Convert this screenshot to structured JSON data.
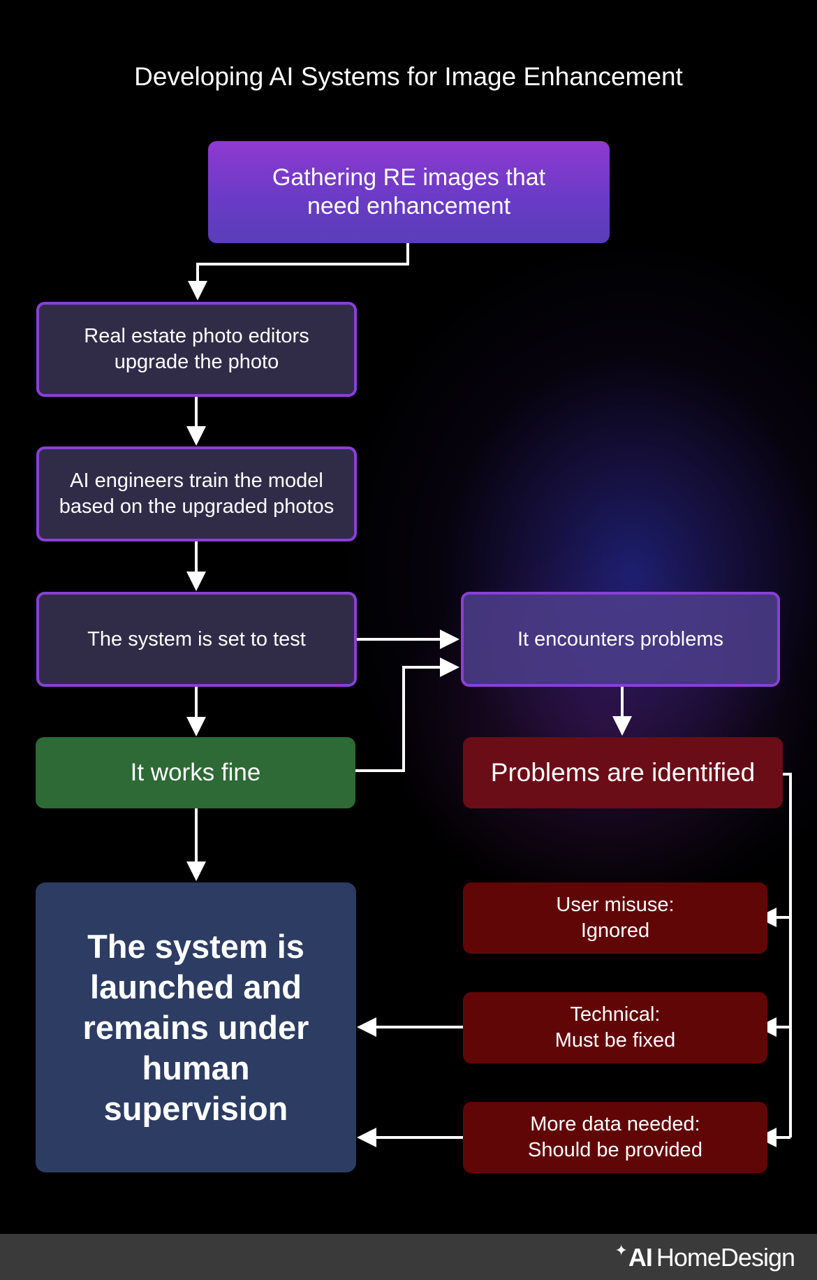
{
  "title": "Developing AI Systems for Image Enhancement",
  "nodes": {
    "gather": "Gathering RE images that need enhancement",
    "editors": "Real estate photo editors upgrade the photo",
    "engineers": "AI engineers train the model based on the upgraded photos",
    "test": "The system is set to test",
    "problems": "It encounters problems",
    "works": "It works fine",
    "identified": "Problems are identified",
    "launched": "The system is launched and remains under human supervision",
    "misuse": {
      "line1": "User misuse:",
      "line2": "Ignored"
    },
    "technical": {
      "line1": "Technical:",
      "line2": "Must be fixed"
    },
    "moredata": {
      "line1": "More data needed:",
      "line2": "Should be provided"
    }
  },
  "edges": [
    {
      "from": "gather",
      "to": "editors"
    },
    {
      "from": "editors",
      "to": "engineers"
    },
    {
      "from": "engineers",
      "to": "test"
    },
    {
      "from": "test",
      "to": "problems"
    },
    {
      "from": "test",
      "to": "works"
    },
    {
      "from": "works",
      "to": "problems"
    },
    {
      "from": "problems",
      "to": "identified"
    },
    {
      "from": "works",
      "to": "launched"
    },
    {
      "from": "identified",
      "to": "misuse"
    },
    {
      "from": "identified",
      "to": "technical"
    },
    {
      "from": "identified",
      "to": "moredata"
    },
    {
      "from": "technical",
      "to": "launched"
    },
    {
      "from": "moredata",
      "to": "launched"
    }
  ],
  "footer": {
    "logo_ai": "AI",
    "logo_text": "HomeDesign",
    "sparkle_icon": "sparkle-icon"
  },
  "colors": {
    "background": "#000000",
    "purple": "#8a3fd6",
    "green": "#2d6a35",
    "darkred": "#6b0d17",
    "red": "#610607",
    "navy": "#2c3c63",
    "footer": "#3a3a3a"
  }
}
